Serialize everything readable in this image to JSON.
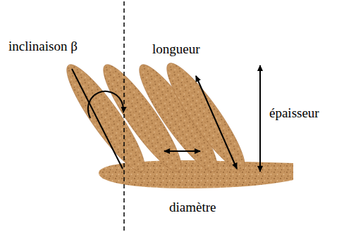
{
  "diagram": {
    "labels": [
      "inclinaison β",
      "longueur",
      "épaisseur",
      "diamètre"
    ]
  }
}
